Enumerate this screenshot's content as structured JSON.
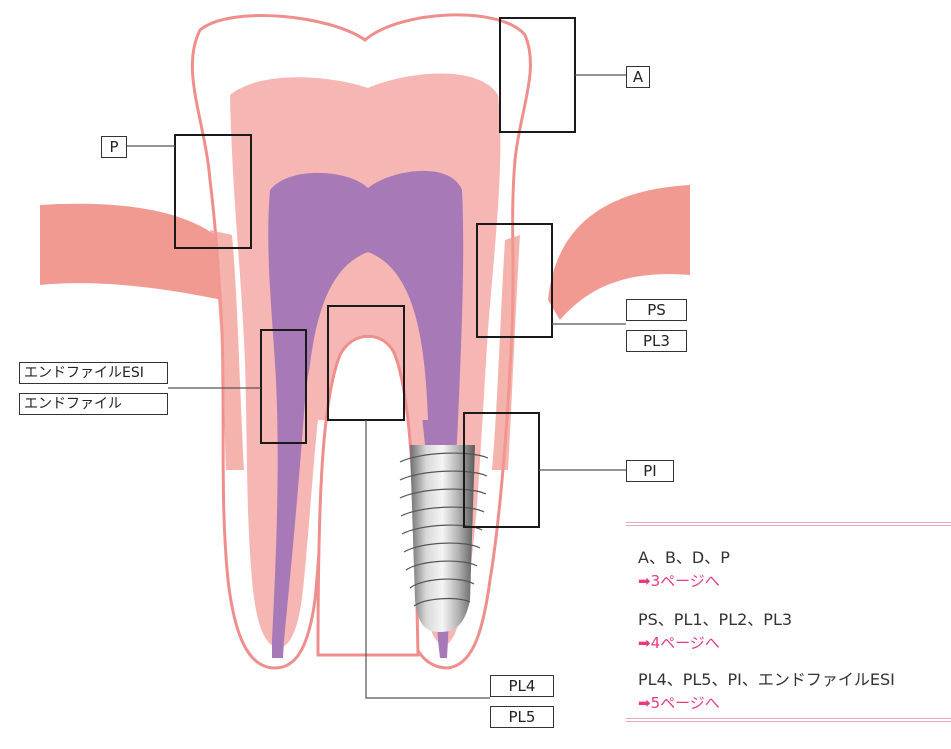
{
  "labels": {
    "a": "A",
    "p": "P",
    "ps": "PS",
    "pl3": "PL3",
    "pi": "PI",
    "pl4": "PL4",
    "pl5": "PL5",
    "endo_esi": "エンドファイルESI",
    "endo": "エンドファイル"
  },
  "legend": {
    "items": [
      {
        "codes": "A、B、D、P",
        "page": "➡3ページへ"
      },
      {
        "codes": "PS、PL1、PL2、PL3",
        "page": "➡4ページへ"
      },
      {
        "codes": "PL4、PL5、PI、エンドファイルESI",
        "page": "➡5ページへ"
      }
    ]
  },
  "colors": {
    "gum": "#f19a92",
    "enamel_outline": "#ef8f8d",
    "dentin": "#f6b6b4",
    "pulp": "#a77ab7",
    "accent_pink": "#e83a84",
    "rule": "#e8a7bd"
  }
}
